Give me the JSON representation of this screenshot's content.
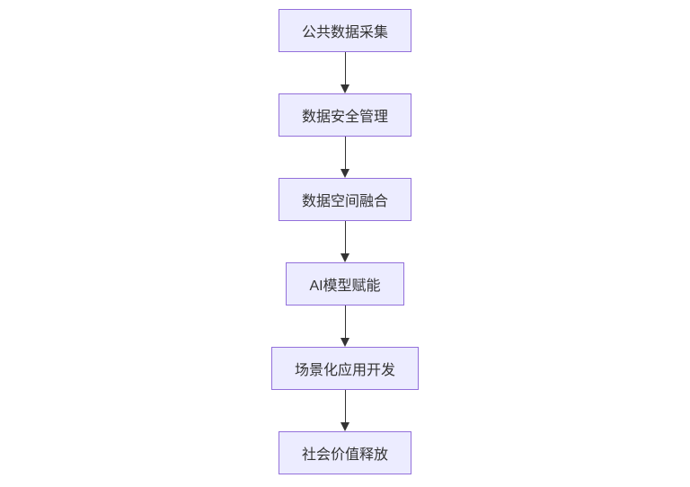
{
  "diagram": {
    "type": "flowchart",
    "direction": "top-down",
    "background_color": "#ffffff",
    "node_style": {
      "fill": "#ECECFF",
      "border": "#9370DB",
      "text_color": "#333333"
    },
    "arrow_color": "#333333",
    "nodes": [
      {
        "id": "1",
        "label": "公共数据采集"
      },
      {
        "id": "2",
        "label": "数据安全管理"
      },
      {
        "id": "3",
        "label": "数据空间融合"
      },
      {
        "id": "4",
        "label": "AI模型赋能"
      },
      {
        "id": "5",
        "label": "场景化应用开发"
      },
      {
        "id": "6",
        "label": "社会价值释放"
      }
    ],
    "edges": [
      {
        "from": "公共数据采集",
        "to": "数据安全管理"
      },
      {
        "from": "数据安全管理",
        "to": "数据空间融合"
      },
      {
        "from": "数据空间融合",
        "to": "AI模型赋能"
      },
      {
        "from": "AI模型赋能",
        "to": "场景化应用开发"
      },
      {
        "from": "场景化应用开发",
        "to": "社会价值释放"
      }
    ]
  }
}
